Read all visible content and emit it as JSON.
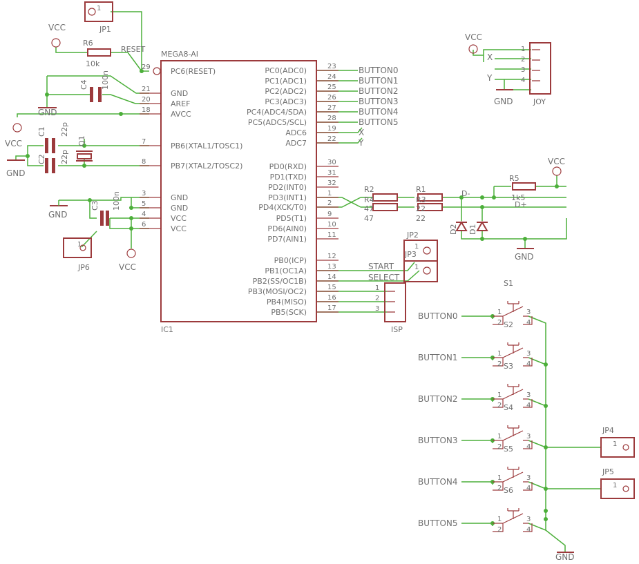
{
  "ic": {
    "name": "IC1",
    "value": "MEGA8-AI",
    "left_pins": [
      {
        "num": "29",
        "name": "PC6(RESET)"
      },
      {
        "num": "21",
        "name": "GND"
      },
      {
        "num": "20",
        "name": "AREF"
      },
      {
        "num": "18",
        "name": "AVCC"
      },
      {
        "num": "7",
        "name": "PB6(XTAL1/TOSC1)"
      },
      {
        "num": "8",
        "name": "PB7(XTAL2/TOSC2)"
      },
      {
        "num": "3",
        "name": "GND"
      },
      {
        "num": "5",
        "name": "GND"
      },
      {
        "num": "4",
        "name": "VCC"
      },
      {
        "num": "6",
        "name": "VCC"
      }
    ],
    "right_pins": [
      {
        "num": "23",
        "name": "PC0(ADC0)"
      },
      {
        "num": "24",
        "name": "PC1(ADC1)"
      },
      {
        "num": "25",
        "name": "PC2(ADC2)"
      },
      {
        "num": "26",
        "name": "PC3(ADC3)"
      },
      {
        "num": "27",
        "name": "PC4(ADC4/SDA)"
      },
      {
        "num": "28",
        "name": "PC5(ADC5/SCL)"
      },
      {
        "num": "19",
        "name": "ADC6"
      },
      {
        "num": "22",
        "name": "ADC7"
      },
      {
        "num": "30",
        "name": "PD0(RXD)"
      },
      {
        "num": "31",
        "name": "PD1(TXD)"
      },
      {
        "num": "32",
        "name": "PD2(INT0)"
      },
      {
        "num": "1",
        "name": "PD3(INT1)"
      },
      {
        "num": "2",
        "name": "PD4(XCK/T0)"
      },
      {
        "num": "9",
        "name": "PD5(T1)"
      },
      {
        "num": "10",
        "name": "PD6(AIN0)"
      },
      {
        "num": "11",
        "name": "PD7(AIN1)"
      },
      {
        "num": "12",
        "name": "PB0(ICP)"
      },
      {
        "num": "13",
        "name": "PB1(OC1A)"
      },
      {
        "num": "14",
        "name": "PB2(SS/OC1B)"
      },
      {
        "num": "15",
        "name": "PB3(MOSI/OC2)"
      },
      {
        "num": "16",
        "name": "PB4(MISO)"
      },
      {
        "num": "17",
        "name": "PB5(SCK)"
      }
    ]
  },
  "nets": {
    "button0": "BUTTON0",
    "button1": "BUTTON1",
    "button2": "BUTTON2",
    "button3": "BUTTON3",
    "button4": "BUTTON4",
    "button5": "BUTTON5",
    "x": "X",
    "y": "Y",
    "reset": "RESET",
    "start": "START",
    "select": "SELECT",
    "dminus": "D-",
    "dplus": "D+",
    "vcc": "VCC",
    "gnd": "GND"
  },
  "parts": {
    "jp1": "JP1",
    "jp2": "JP2",
    "jp3": "JP3",
    "jp4": "JP4",
    "jp5": "JP5",
    "jp6": "JP6",
    "joy": "JOY",
    "isp": "ISP",
    "r6": "R6",
    "r6_val": "10k",
    "c4": "C4",
    "c4_val": "100n",
    "c1": "C1",
    "c1_val": "22p",
    "c2": "C2",
    "c2_val": "22p",
    "q1": "Q1",
    "c3": "C3",
    "c3_val": "100n",
    "r1": "R1",
    "r1_val": "22",
    "r2": "R2",
    "r2_val": "47",
    "r3": "R3",
    "r4": "R4",
    "r5": "R5",
    "r5_val": "1k5",
    "d1": "D1",
    "d2": "D2",
    "s1": "S1",
    "s2": "S2",
    "s3": "S3",
    "s4": "S4",
    "s5": "S5",
    "s6": "S6"
  },
  "pin_numbers": {
    "one": "1",
    "two": "2",
    "three": "3",
    "four": "4"
  }
}
